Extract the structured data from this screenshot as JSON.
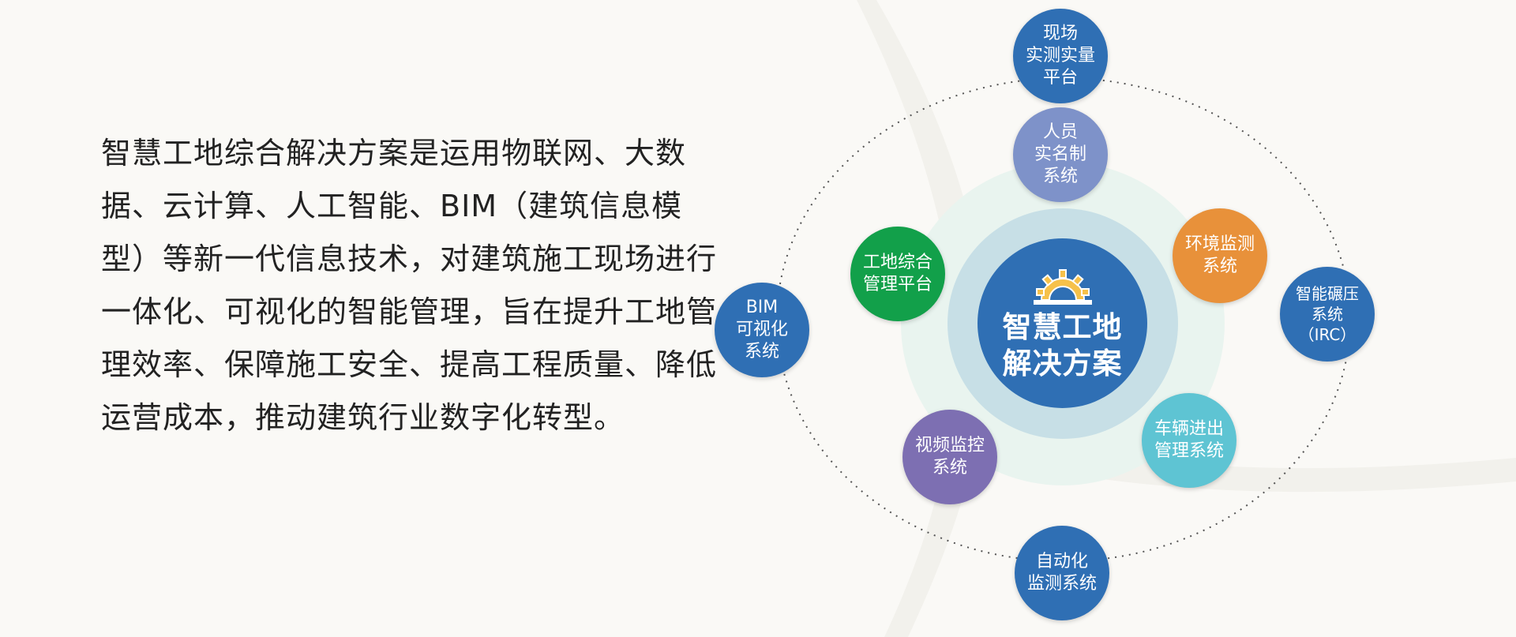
{
  "intro": {
    "text": "智慧工地综合解决方案是运用物联网、大数据、云计算、人工智能、BIM（建筑信息模型）等新一代信息技术，对建筑施工现场进行一体化、可视化的智能管理，旨在提升工地管理效率、保障施工安全、提高工程质量、降低运营成本，推动建筑行业数字化转型。"
  },
  "hub": {
    "title": "智慧工地\n解决方案",
    "icon": "construction-gear-icon",
    "color": "#2f6fb4"
  },
  "nodes": [
    {
      "label": "现场\n实测实量\n平台",
      "color": "#2f6fb4"
    },
    {
      "label": "人员\n实名制\n系统",
      "color": "#7e92c9"
    },
    {
      "label": "环境监测\n系统",
      "color": "#e8913a"
    },
    {
      "label": "智能碾压\n系统\n（IRC）",
      "color": "#2f6fb4"
    },
    {
      "label": "车辆进出\n管理系统",
      "color": "#5ec4d3"
    },
    {
      "label": "自动化\n监测系统",
      "color": "#2f6fb4"
    },
    {
      "label": "视频监控\n系统",
      "color": "#7d6fb2"
    },
    {
      "label": "BIM\n可视化\n系统",
      "color": "#2f6fb4"
    },
    {
      "label": "工地综合\n管理平台",
      "color": "#12a04a"
    }
  ]
}
